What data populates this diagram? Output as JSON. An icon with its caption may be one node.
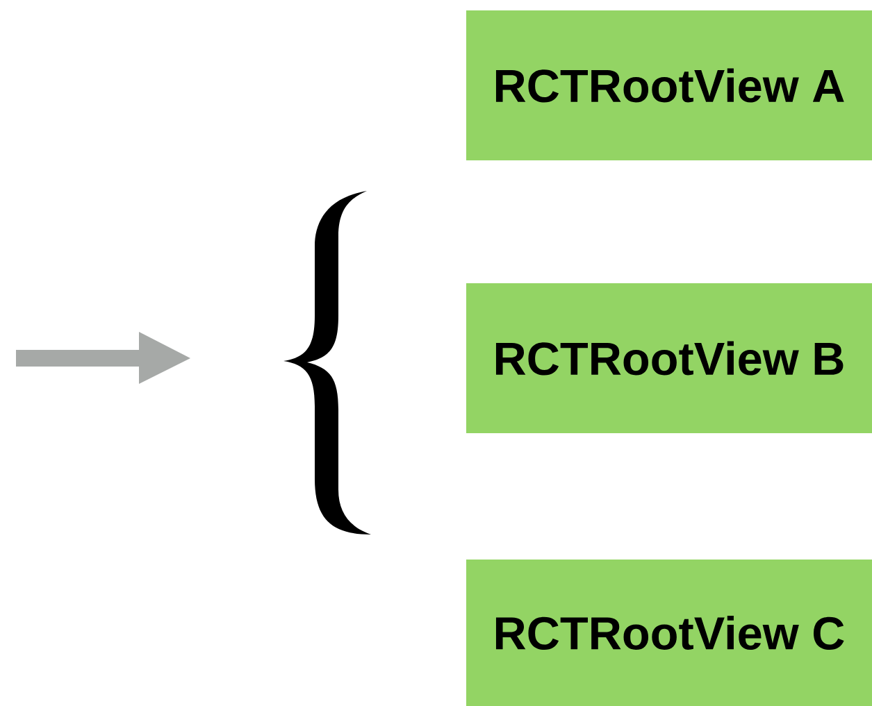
{
  "diagram": {
    "nodes": [
      {
        "text": [],
        "shape": "brace"
      },
      {
        "text": [
          "RCTRootView A"
        ]
      },
      {
        "text": [
          "RCTRootView B"
        ]
      },
      {
        "text": [
          "RCTRootView C"
        ]
      }
    ]
  }
}
